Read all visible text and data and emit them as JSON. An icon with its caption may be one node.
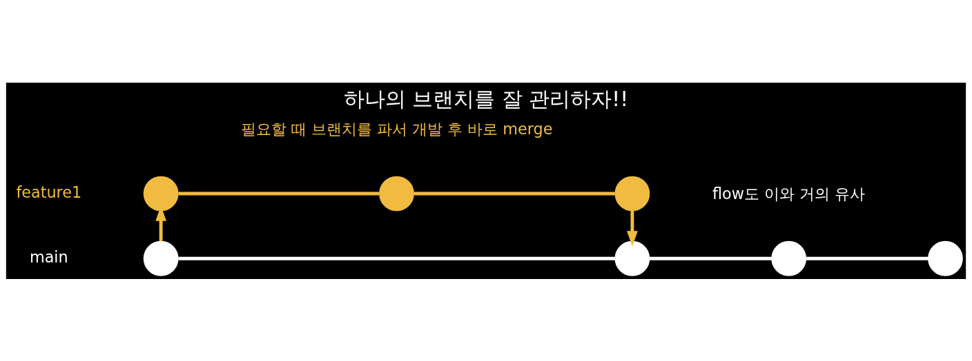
{
  "diagram": {
    "title": "하나의 브랜치를 잘 관리하자!!",
    "caption": "필요할 때 브랜치를 파서 개발 후 바로 merge",
    "nodes": [
      {
        "text": [],
        "shape": "circle"
      },
      {
        "text": [],
        "shape": "circle"
      },
      {
        "text": [],
        "shape": "circle"
      },
      {
        "text": [],
        "shape": "circle"
      },
      {
        "text": [],
        "shape": "circle"
      },
      {
        "text": [],
        "shape": "circle"
      },
      {
        "text": [],
        "shape": "circle"
      }
    ],
    "edges": [
      {
        "from": 0,
        "to": 1,
        "arrow": "none",
        "color": "#ffffff"
      },
      {
        "from": 1,
        "to": 2,
        "arrow": "none",
        "color": "#ffffff"
      },
      {
        "from": 2,
        "to": 3,
        "arrow": "none",
        "color": "#ffffff"
      },
      {
        "from": 0,
        "to": 4,
        "arrow": "to",
        "color": "#f0bb40"
      },
      {
        "from": 4,
        "to": 5,
        "arrow": "none",
        "color": "#f0bb40"
      },
      {
        "from": 5,
        "to": 6,
        "arrow": "none",
        "color": "#f0bb40"
      },
      {
        "from": 6,
        "to": 1,
        "arrow": "to",
        "color": "#f0bb40"
      }
    ],
    "labels": [
      "main",
      "feature1",
      "flow도 이와 거의 유사"
    ]
  }
}
